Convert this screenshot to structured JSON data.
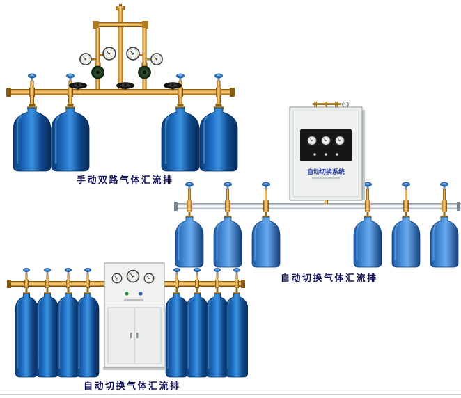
{
  "page": {
    "background": "#ffffff",
    "divider_color": "#cccccc"
  },
  "products": [
    {
      "id": "manual-dual",
      "caption": "手动双路气体汇流排"
    },
    {
      "id": "auto-switch-wall",
      "caption": "自动切换气体汇流排"
    },
    {
      "id": "auto-switch-cabinet",
      "caption": "自动切换气体汇流排"
    }
  ],
  "cabinet": {
    "label": "自动切换系统"
  },
  "colors": {
    "caption_text": "#14145a",
    "brass": "#c9892a",
    "cylinder_blue_dark": "#0a3a74",
    "cylinder_blue_light": "#4b90dc",
    "silver_pipe": "#c9cfd4",
    "valve_cap_blue": "#2f76c4",
    "regulator_green": "#1e3c1e"
  }
}
